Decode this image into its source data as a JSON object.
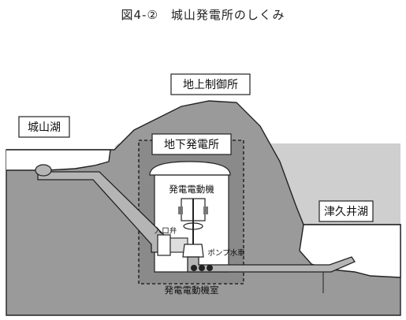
{
  "title": "図4-②　城山発電所のしくみ",
  "labels": {
    "upper_lake": "城山湖",
    "control_room": "地上制御所",
    "underground_plant": "地下発電所",
    "generator_motor": "発電電動機",
    "inlet_valve": "入口弁",
    "pump_turbine": "ポンプ水車",
    "generator_room": "発電電動機室",
    "lower_lake": "津久井湖"
  }
}
